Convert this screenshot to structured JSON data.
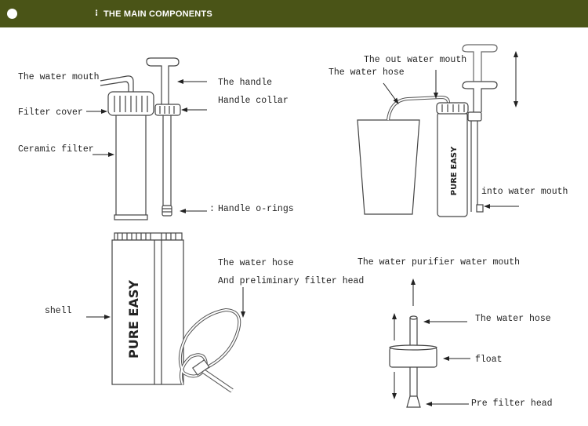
{
  "header": {
    "title": "THE MAIN COMPONENTS",
    "mark": "⁝",
    "color": "#4a5417"
  },
  "brand_logo": "PURE EASY",
  "labels": {
    "water_mouth": "The water mouth",
    "the_handle": "The handle",
    "filter_cover": "Filter cover",
    "handle_collar": "Handle collar",
    "ceramic_filter": "Ceramic filter",
    "handle_orings_mark": ":",
    "handle_orings": "Handle o-rings",
    "out_water_mouth": "The out water mouth",
    "water_hose_top": "The water hose",
    "into_water_mouth": "into water mouth",
    "water_hose_mid": "The water hose",
    "preliminary_filter_head": "And preliminary filter head",
    "shell": "shell",
    "purifier_water_mouth": "The water purifier water mouth",
    "water_hose_right": "The water hose",
    "float": "float",
    "pre_filter_head": "Pre filter head"
  }
}
